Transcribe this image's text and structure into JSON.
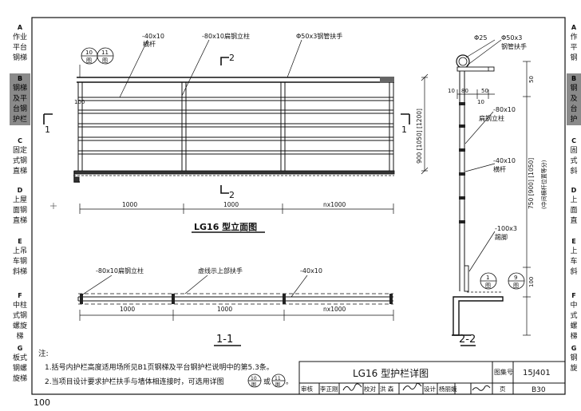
{
  "sidebar_left": [
    {
      "letter": "A",
      "lines": [
        "作业",
        "平台",
        "钢梯"
      ],
      "active": false
    },
    {
      "letter": "B",
      "lines": [
        "钢梯",
        "及平",
        "台钢",
        "护栏"
      ],
      "active": true
    },
    {
      "letter": "C",
      "lines": [
        "固定",
        "式钢",
        "直梯"
      ],
      "active": false
    },
    {
      "letter": "D",
      "lines": [
        "上屋",
        "面钢",
        "直梯"
      ],
      "active": false
    },
    {
      "letter": "E",
      "lines": [
        "上吊",
        "车钢",
        "斜梯"
      ],
      "active": false
    },
    {
      "letter": "F",
      "lines": [
        "中柱",
        "式钢",
        "螺旋",
        "梯"
      ],
      "active": false
    },
    {
      "letter": "G",
      "lines": [
        "板式",
        "钢螺",
        "旋梯"
      ],
      "active": false
    }
  ],
  "sidebar_right": [
    {
      "letter": "A",
      "lines": [
        "作",
        "平",
        "钢"
      ],
      "active": false
    },
    {
      "letter": "B",
      "lines": [
        "钢",
        "及",
        "台",
        "护"
      ],
      "active": true
    },
    {
      "letter": "C",
      "lines": [
        "固",
        "式",
        "斜"
      ],
      "active": false
    },
    {
      "letter": "D",
      "lines": [
        "上",
        "面",
        "直"
      ],
      "active": false
    },
    {
      "letter": "E",
      "lines": [
        "上",
        "车",
        "斜"
      ],
      "active": false
    },
    {
      "letter": "F",
      "lines": [
        "中",
        "式",
        "螺",
        "梯"
      ],
      "active": false
    },
    {
      "letter": "G",
      "lines": [
        "钢",
        "旋"
      ],
      "active": false
    }
  ],
  "elevation": {
    "label_hbar": "-40x10",
    "label_hbar_name": "横杆",
    "label_post": "-80x10扁钢立柱",
    "label_rail": "Φ50x3钢管扶手",
    "ref1_top": "10",
    "ref1_bot": "图",
    "ref2_top": "11",
    "ref2_bot": "图",
    "sec_mark": "2",
    "sec_mark_bot": "2",
    "left_mark": "1",
    "right_mark": "1",
    "dim_100": "100",
    "dim_height": "900 [1050] [1200]",
    "dims": [
      "1000",
      "1000",
      "nx1000"
    ],
    "title": "LG16 型立面图"
  },
  "plan": {
    "label_post": "-80x10扁钢立柱",
    "label_dash": "虚线示上部扶手",
    "label_bar": "-40x10",
    "dims": [
      "1000",
      "1000",
      "nx1000"
    ],
    "title": "1-1"
  },
  "section": {
    "label_d25": "Φ25",
    "label_rail": "Φ50x3",
    "label_rail_name": "钢管扶手",
    "d10": "10",
    "d80": "80",
    "d50": "50",
    "d10b": "10",
    "dim_50": "50",
    "label_post": "-80x10",
    "label_post_name": "扁钢立柱",
    "label_bar": "-40x10",
    "label_bar_name": "横杆",
    "dim_height": "750 [900] [1050]",
    "dim_note": "(中间横杆位置等分)",
    "label_plate": "-100x3",
    "label_plate_name": "踢脚",
    "ref1_top": "1",
    "ref1_bot": "图",
    "ref2_top": "9",
    "ref2_bot": "图",
    "dim_100": "100",
    "title": "2-2"
  },
  "notes": {
    "head": "注:",
    "n1": "1.括号内护栏高度适用场所见B1页钢梯及平台钢护栏说明中的第5.3条。",
    "n2": "2.当项目设计要求护栏扶手与墙体相连接时，可选用详图",
    "n2_ref1_top": "10",
    "n2_ref1_bot": "图",
    "n2_or": "或",
    "n2_ref2_top": "11",
    "n2_ref2_bot": "图",
    "n2_end": "。"
  },
  "titleblock": {
    "title": "LG16 型护栏详图",
    "atlas_label": "图集号",
    "atlas_no": "15J401",
    "page_label": "页",
    "page_no": "B30",
    "review_label": "审核",
    "review_name": "李正刚",
    "check_label": "校对",
    "check_name": "洪 森",
    "design_label": "设计",
    "design_name": "杨丽娥"
  },
  "page_number": "100"
}
